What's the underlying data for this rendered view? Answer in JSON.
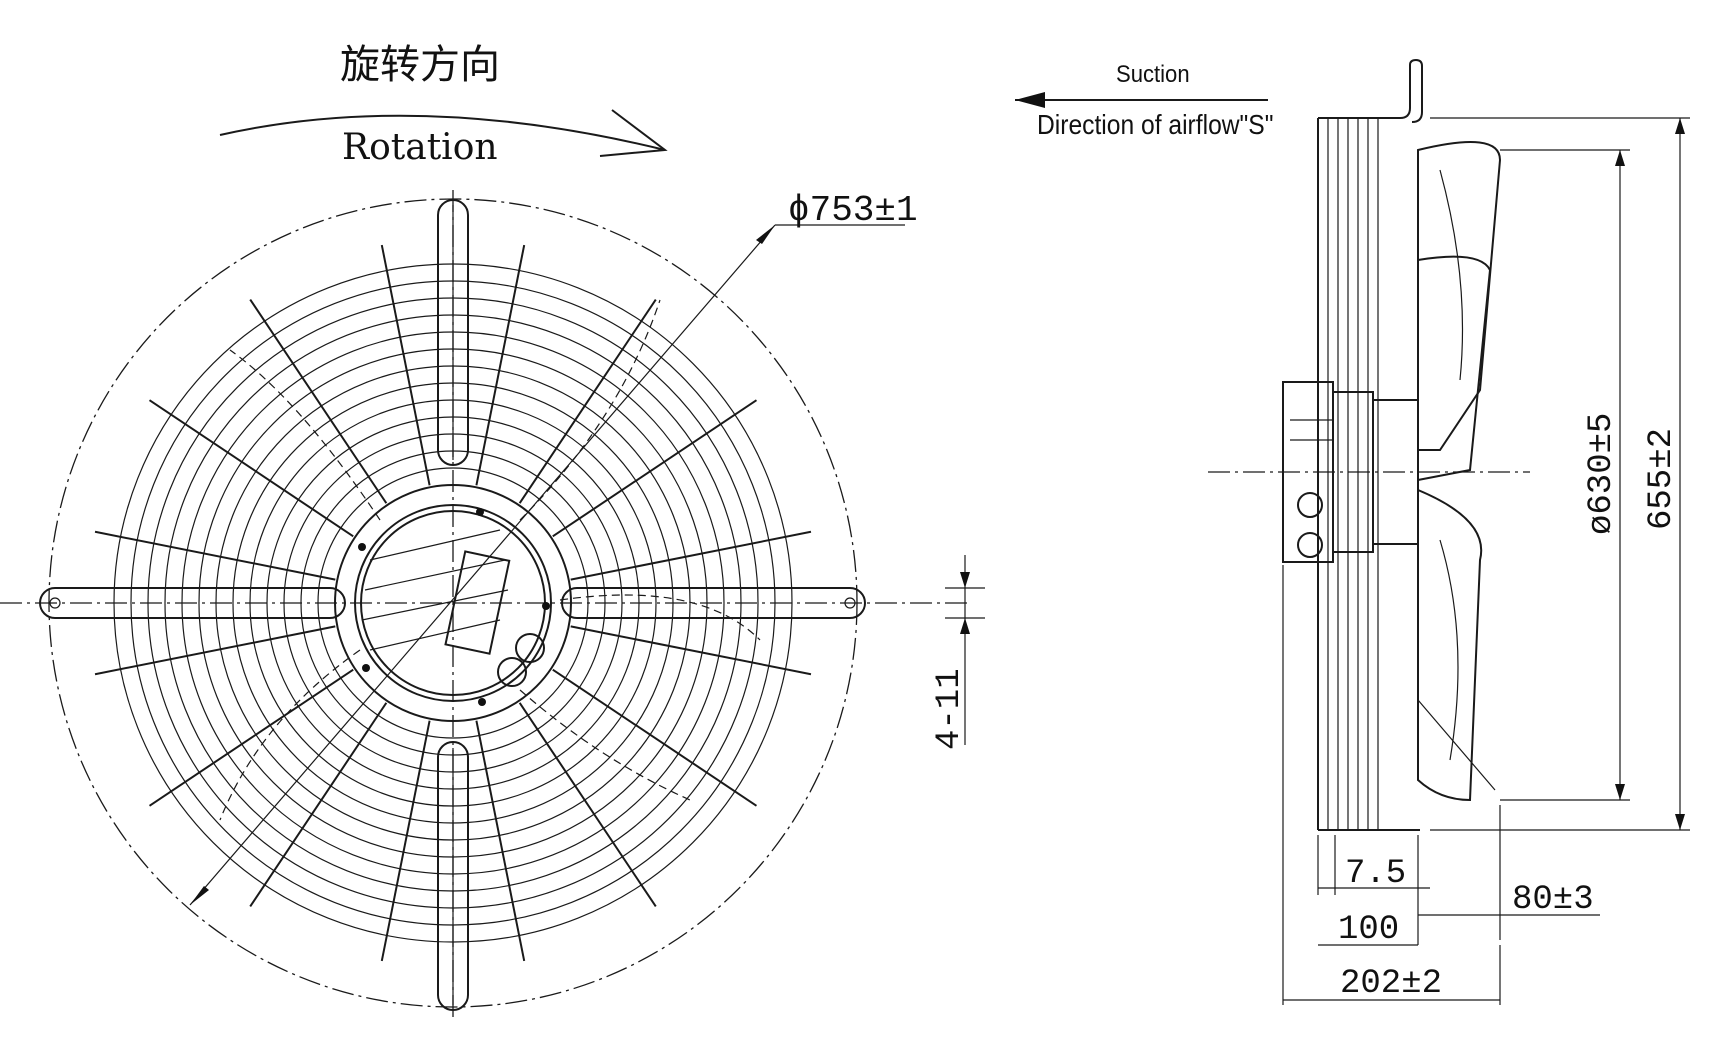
{
  "front_view": {
    "rotation_cn": "旋转方向",
    "rotation_en": "Rotation",
    "diameter_label": "ϕ753±1",
    "hole_label": "4-11"
  },
  "side_view": {
    "suction": "Suction",
    "airflow": "Direction of airflow\"S\"",
    "dim_blade": "ø630±5",
    "dim_height": "655±2",
    "dim_7_5": "7.5",
    "dim_80": "80±3",
    "dim_100": "100",
    "dim_202": "202±2"
  }
}
